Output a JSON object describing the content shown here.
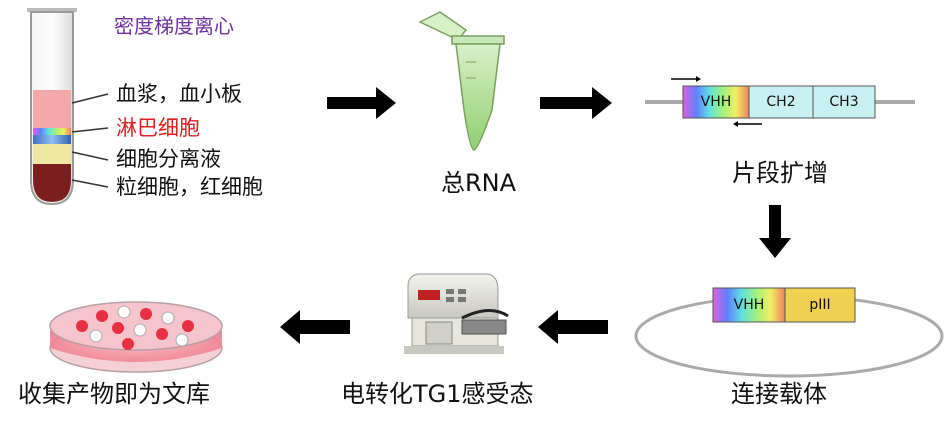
{
  "tube_title": "密度梯度离心",
  "layers": {
    "plasma": "血浆，血小板",
    "lymphocytes": "淋巴细胞",
    "separation_medium": "细胞分离液",
    "granulocytes": "粒细胞，红细胞"
  },
  "steps": {
    "rna": "总RNA",
    "amplify": "片段扩增",
    "ligate": "连接载体",
    "transform": "电转化TG1感受态",
    "collect": "收集产物即为文库"
  },
  "segments": {
    "vhh": "VHH",
    "ch2": "CH2",
    "ch3": "CH3",
    "vector_vhh": "VHH",
    "piii": "pIII"
  },
  "colors": {
    "lymphocyte_text": "#e02020",
    "title_text": "#7030a0",
    "arrow": "#000000",
    "ch_box": "#c8f0f0",
    "piii_box": "#f0d050",
    "tube_liquid_green": "#a8d890"
  }
}
